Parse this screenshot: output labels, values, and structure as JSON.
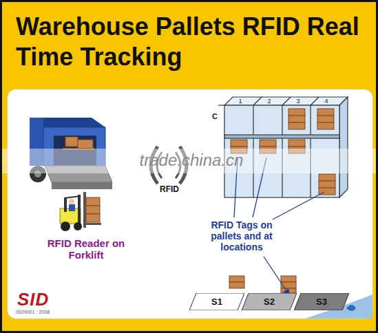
{
  "diagram": {
    "title": "Warehouse Pallets RFID Real Time Tracking",
    "nodes": [
      {
        "text": [
          "S1"
        ]
      },
      {
        "text": [
          "S2"
        ]
      },
      {
        "text": [
          "S3"
        ]
      }
    ],
    "labels": [
      "C",
      "1",
      "2",
      "3",
      "4",
      "RFID",
      "RFID Reader on Forklift",
      "RFID Tags on pallets and at locations",
      "trade.china.cn",
      "SID",
      "ISO9001 : 2008"
    ]
  }
}
